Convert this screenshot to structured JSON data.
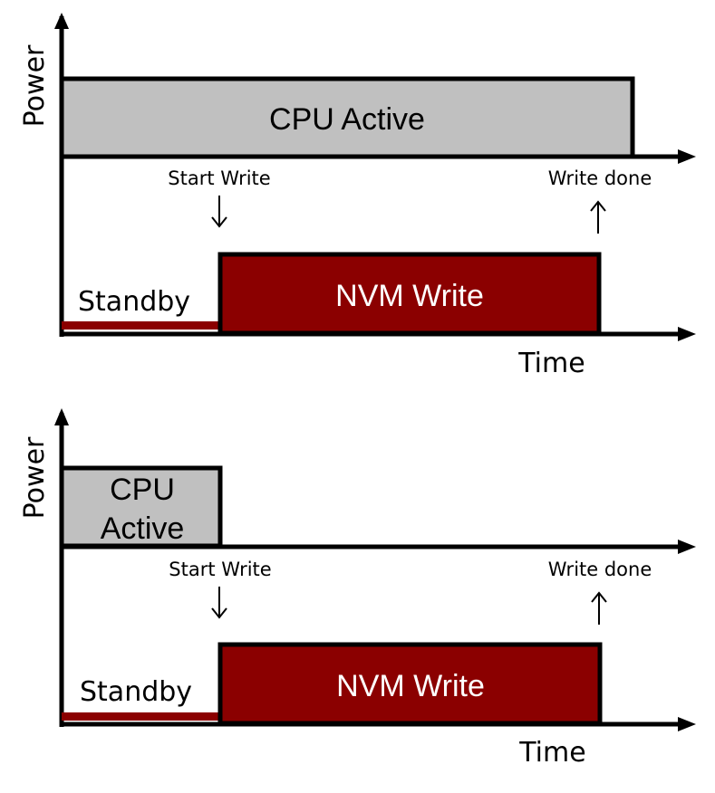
{
  "colors": {
    "cpu_fill": "#c0c0c0",
    "nvm_fill": "#8b0000",
    "stroke": "#000000",
    "nvm_text": "#ffffff"
  },
  "top": {
    "y_axis_label": "Power",
    "x_axis_label": "Time",
    "cpu_label": "CPU Active",
    "nvm_label": "NVM Write",
    "standby_label": "Standby",
    "start_label": "Start Write",
    "done_label": "Write done"
  },
  "bottom": {
    "y_axis_label": "Power",
    "x_axis_label": "Time",
    "cpu_label_line1": "CPU",
    "cpu_label_line2": "Active",
    "nvm_label": "NVM Write",
    "standby_label": "Standby",
    "start_label": "Start Write",
    "done_label": "Write done"
  }
}
